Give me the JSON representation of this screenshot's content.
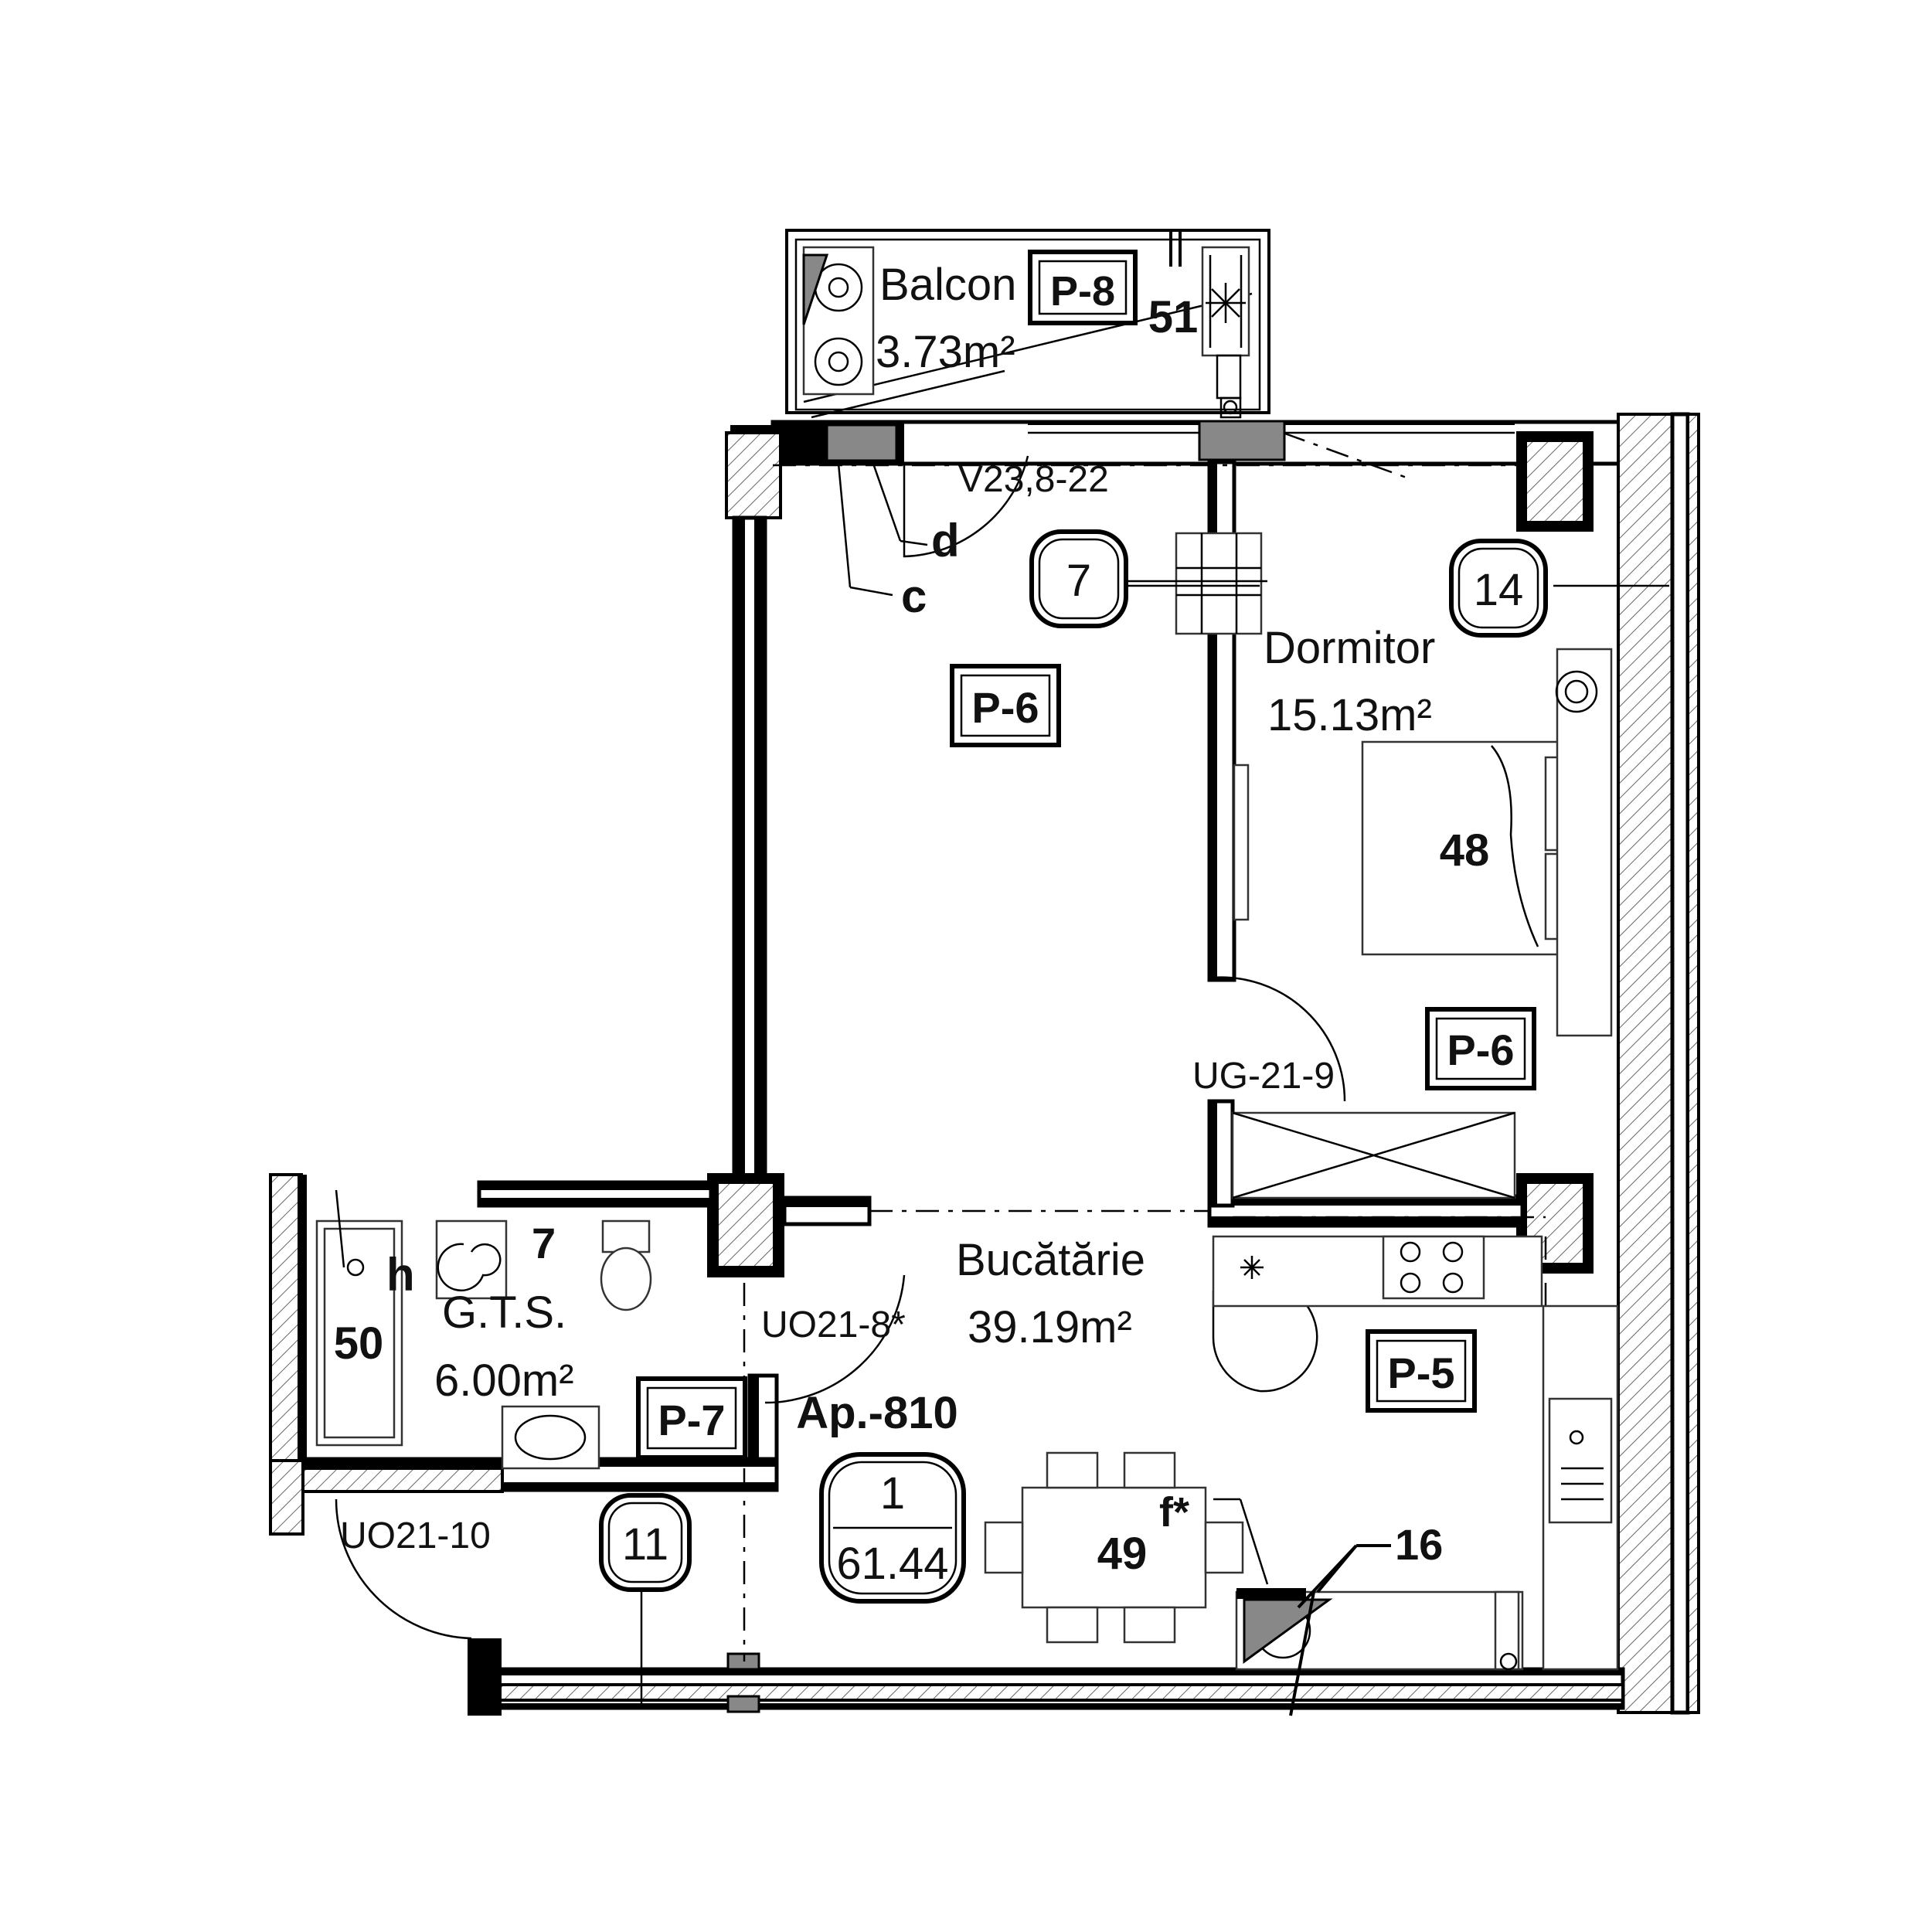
{
  "rooms": {
    "balcony": {
      "name": "Balcon",
      "area": "3.73m²",
      "code": "P-8",
      "furniture_number": "51"
    },
    "bedroom": {
      "name": "Dormitor",
      "area": "15.13m²",
      "code": "P-6",
      "furniture_number": "48"
    },
    "hall": {
      "code": "P-6"
    },
    "kitchen": {
      "name": "Bucătărie",
      "area": "39.19m²",
      "code": "P-5",
      "furniture_number": "49"
    },
    "bathroom": {
      "name": "G.T.S.",
      "area": "6.00m²",
      "code": "P-7",
      "furniture_number": "50"
    }
  },
  "apartment": {
    "label": "Ap.-810",
    "rooms": "1",
    "area": "61.44"
  },
  "doors": {
    "balcony_door": "V23,8-22",
    "bedroom_door": "UG-21-9",
    "bathroom_door": "UO21-8*",
    "entry_door": "UO21-10"
  },
  "markers": {
    "c": "c",
    "d": "d",
    "h": "h",
    "f": "f*",
    "seven_bath": "7",
    "sixteen": "16"
  },
  "callouts": {
    "seven": "7",
    "fourteen": "14",
    "eleven": "11"
  }
}
